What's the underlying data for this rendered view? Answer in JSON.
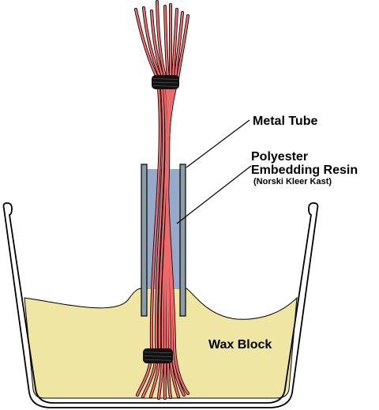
{
  "labels": {
    "metal_tube": "Metal Tube",
    "resin_line1": "Polyester",
    "resin_line2": "Embedding Resin",
    "resin_line3": "(Norski Kleer Kast)",
    "wax_block": "Wax Block"
  },
  "colors": {
    "wax": "#efe6a4",
    "tube_wall": "#8c9ca7",
    "resin": "#97a9c8",
    "fiber": "#ef6b6b",
    "band": "#111111",
    "outline": "#000000",
    "background": "#ffffff"
  }
}
